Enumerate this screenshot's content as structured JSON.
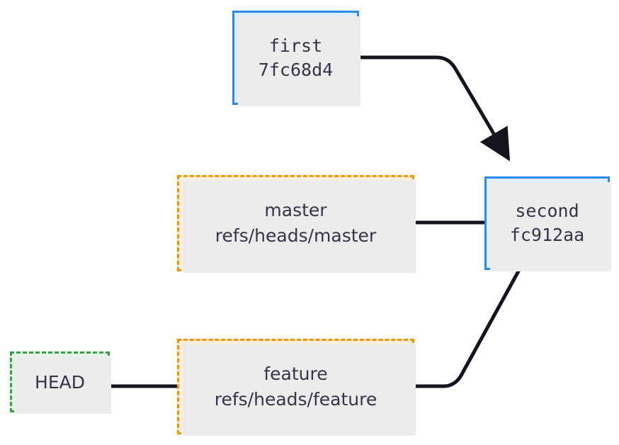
{
  "diagram": {
    "type": "git-object-graph",
    "colors": {
      "commit_fill": "#e0eefc",
      "commit_stroke": "#2a8bef",
      "ref_fill": "#fdeedb",
      "ref_stroke": "#f79400",
      "head_fill": "#e7f3e6",
      "head_stroke": "#34a047",
      "edge": "#14141e",
      "text": "#353549",
      "shadow": "#ececec",
      "background": "#ffffff"
    },
    "nodes": [
      {
        "id": "first",
        "kind": "commit",
        "label": "first",
        "sublabel": "7fc68d4"
      },
      {
        "id": "second",
        "kind": "commit",
        "label": "second",
        "sublabel": "fc912aa"
      },
      {
        "id": "master",
        "kind": "ref",
        "label": "master",
        "sublabel": "refs/heads/master"
      },
      {
        "id": "feature",
        "kind": "ref",
        "label": "feature",
        "sublabel": "refs/heads/feature"
      },
      {
        "id": "head",
        "kind": "head",
        "label": "HEAD",
        "sublabel": ""
      }
    ],
    "edges": [
      {
        "id": "first-to-second",
        "from": "first",
        "to": "second",
        "arrow": true
      },
      {
        "id": "master-to-second",
        "from": "master",
        "to": "second",
        "arrow": false
      },
      {
        "id": "feature-to-second",
        "from": "feature",
        "to": "second",
        "arrow": false
      },
      {
        "id": "head-to-feature",
        "from": "head",
        "to": "feature",
        "arrow": false
      }
    ]
  }
}
